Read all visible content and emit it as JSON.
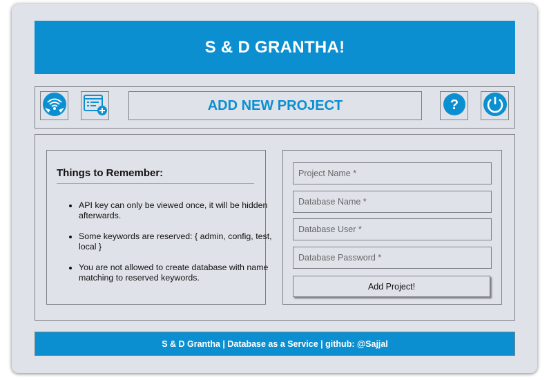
{
  "header": {
    "title": "S & D GRANTHA!"
  },
  "toolbar": {
    "page_title": "ADD NEW PROJECT",
    "buttons": [
      {
        "icon": "network-icon"
      },
      {
        "icon": "add-project-icon"
      },
      {
        "icon": "help-icon"
      },
      {
        "icon": "power-icon"
      }
    ]
  },
  "notes": {
    "heading": "Things to Remember:",
    "items": [
      "API key can only be viewed once, it will be hidden afterwards.",
      "Some keywords are reserved: { admin, config, test, local }",
      "You are not allowed to create database with name matching to reserved keywords."
    ]
  },
  "form": {
    "project_name_placeholder": "Project Name *",
    "db_name_placeholder": "Database Name *",
    "db_user_placeholder": "Database User *",
    "db_password_placeholder": "Database Password *",
    "submit_label": "Add Project!"
  },
  "footer": {
    "text": "S & D Grantha | Database as a Service | github: @Sajjal"
  },
  "colors": {
    "accent": "#0b8fd1",
    "background": "#dfe2e8",
    "border": "#7d7f85"
  }
}
